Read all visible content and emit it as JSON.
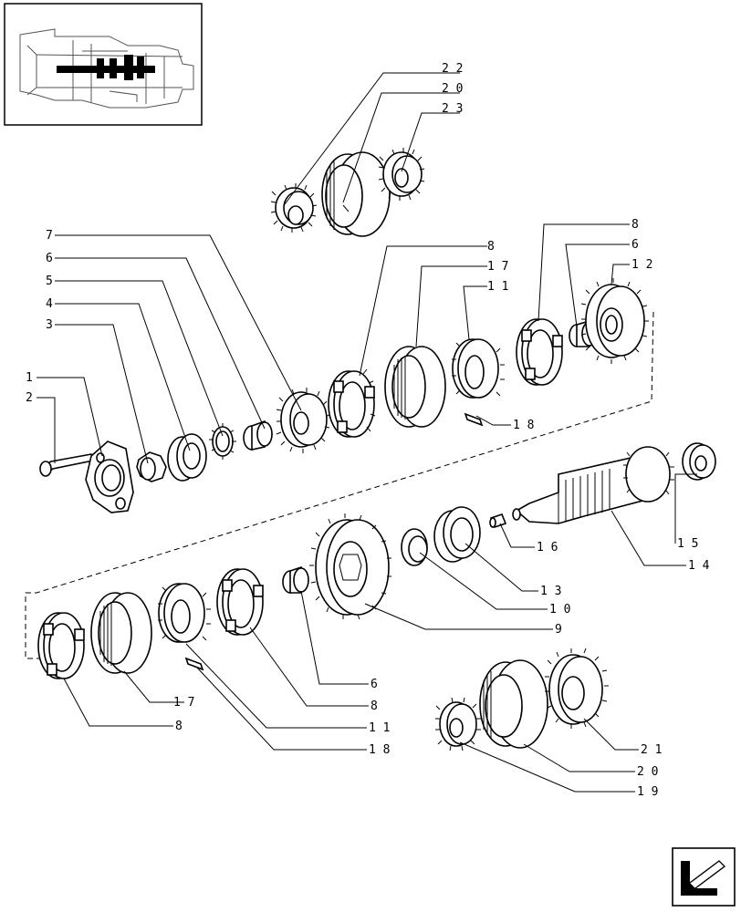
{
  "diagram": {
    "inset": {
      "name": "transmission-location-thumbnail"
    },
    "nav_icon": "arrow-page-icon",
    "callouts": [
      {
        "id": "c22",
        "text": "2 2"
      },
      {
        "id": "c20a",
        "text": "2 0"
      },
      {
        "id": "c23",
        "text": "2 3"
      },
      {
        "id": "c7",
        "text": "7"
      },
      {
        "id": "c6a",
        "text": "6"
      },
      {
        "id": "c5",
        "text": "5"
      },
      {
        "id": "c4",
        "text": "4"
      },
      {
        "id": "c3",
        "text": "3"
      },
      {
        "id": "c1",
        "text": "1"
      },
      {
        "id": "c2",
        "text": "2"
      },
      {
        "id": "c8a",
        "text": "8"
      },
      {
        "id": "c17a",
        "text": "1 7"
      },
      {
        "id": "c11a",
        "text": "1 1"
      },
      {
        "id": "c8b",
        "text": "8"
      },
      {
        "id": "c6b",
        "text": "6"
      },
      {
        "id": "c12",
        "text": "1 2"
      },
      {
        "id": "c18a",
        "text": "1 8"
      },
      {
        "id": "c15",
        "text": "1 5"
      },
      {
        "id": "c14",
        "text": "1 4"
      },
      {
        "id": "c16",
        "text": "1 6"
      },
      {
        "id": "c13",
        "text": "1 3"
      },
      {
        "id": "c10",
        "text": "1 0"
      },
      {
        "id": "c9",
        "text": "9"
      },
      {
        "id": "c6c",
        "text": "6"
      },
      {
        "id": "c8c",
        "text": "8"
      },
      {
        "id": "c11b",
        "text": "1 1"
      },
      {
        "id": "c18b",
        "text": "1 8"
      },
      {
        "id": "c17b",
        "text": "1 7"
      },
      {
        "id": "c8d",
        "text": "8"
      },
      {
        "id": "c21",
        "text": "2 1"
      },
      {
        "id": "c20b",
        "text": "2 0"
      },
      {
        "id": "c19",
        "text": "1 9"
      }
    ]
  }
}
